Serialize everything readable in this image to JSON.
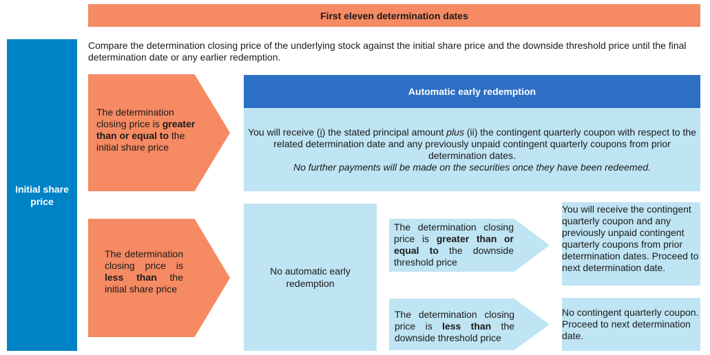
{
  "header": {
    "title": "First eleven determination dates"
  },
  "left_label": "Initial share price",
  "intro_text": "Compare the determination closing price of the underlying stock against the initial share price and the downside threshold price until the final determination date or any earlier redemption.",
  "branch_greater": {
    "pre": "The determination closing price is ",
    "bold": "greater than or equal to",
    "post": " the initial share price"
  },
  "branch_less": {
    "pre": "The determination closing price is ",
    "bold": "less than",
    "post": " the initial share price"
  },
  "redemption": {
    "title": "Automatic early redemption",
    "line1_a": "You will receive (",
    "line1_i": "i",
    "line1_b": ") the stated principal amount ",
    "line1_plus": "plus",
    "line1_c": " (ii) the contingent quarterly coupon with respect to the related determination date and any previously unpaid contingent quarterly coupons from prior determination dates.",
    "line2": "No further payments will be made on the securities once they have been redeemed."
  },
  "no_auto": "No automatic early redemption",
  "sub_greater": {
    "pre": "The determination closing price is ",
    "bold": "greater than or equal to",
    "post": " the downside threshold price"
  },
  "sub_less": {
    "pre": "The determination closing price is ",
    "bold": "less than",
    "post": " the downside threshold price"
  },
  "result_greater": "You will receive the contingent quarterly coupon and any previously unpaid contingent quarterly coupons from prior determination dates. Proceed to next determination date.",
  "result_less": "No contingent quarterly coupon. Proceed to next determination date.",
  "colors": {
    "orange": "#f58a63",
    "blue_side": "#0083c6",
    "blue_header": "#2c6fc4",
    "light_blue": "#bfe4f3"
  }
}
